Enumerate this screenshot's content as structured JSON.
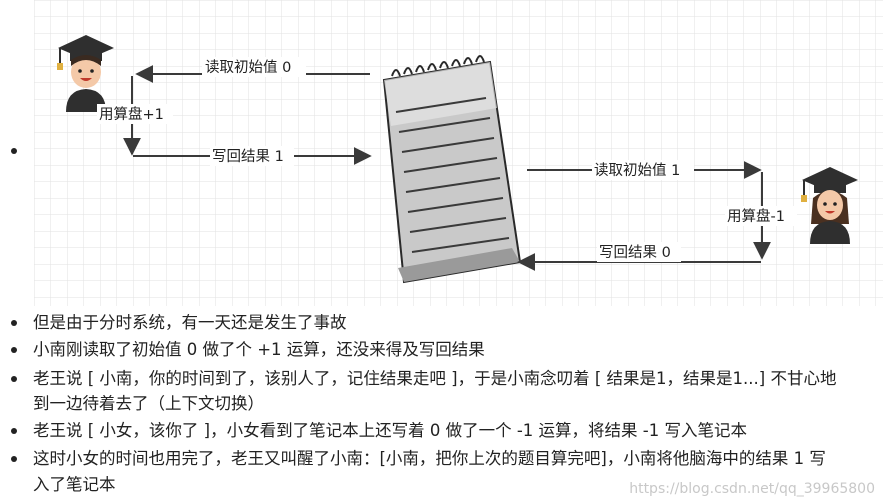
{
  "diagram": {
    "left_labels": {
      "read": "读取初始值 0",
      "calc": "用算盘+1",
      "write": "写回结果 1"
    },
    "right_labels": {
      "read": "读取初始值 1",
      "calc": "用算盘-1",
      "write": "写回结果 0"
    },
    "left_person_icon": "graduate-boy-icon",
    "right_person_icon": "graduate-girl-icon",
    "notebook_icon": "spiral-notebook-icon",
    "colors": {
      "grid": "#e2e2e2",
      "arrow": "#3a3a3a"
    }
  },
  "bullets": [
    "但是由于分时系统，有一天还是发生了事故",
    "小南刚读取了初始值 0 做了个 +1 运算，还没来得及写回结果",
    "老王说 [ 小南，你的时间到了，该别人了，记住结果走吧 ]，于是小南念叨着 [ 结果是1，结果是1...] 不甘心地",
    "到一边待着去了（上下文切换）",
    "老王说 [ 小女，该你了 ]，小女看到了笔记本上还写着 0 做了一个 -1 运算，将结果 -1 写入笔记本",
    "这时小女的时间也用完了，老王又叫醒了小南：[小南，把你上次的题目算完吧]，小南将他脑海中的结果 1 写",
    "入了笔记本"
  ],
  "watermark": "https://blog.csdn.net/qq_39965800"
}
